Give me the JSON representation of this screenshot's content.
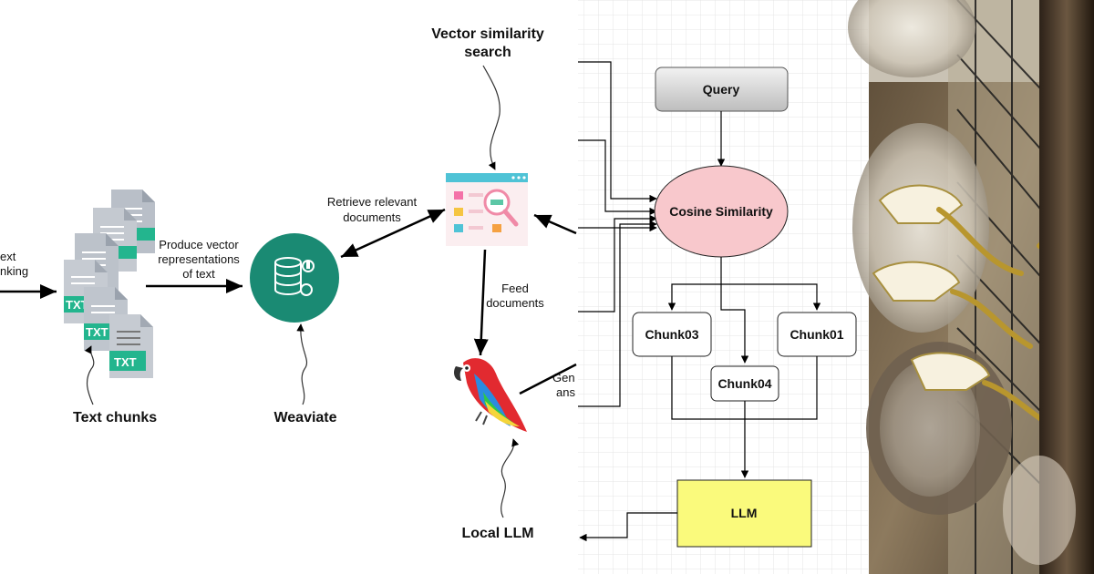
{
  "left": {
    "input_label": [
      "ext",
      "nking"
    ],
    "file_badge": "TXT",
    "produce_label": [
      "Produce vector",
      "representations",
      "of text"
    ],
    "text_chunks": "Text chunks",
    "weaviate": "Weaviate",
    "retrieve_label": [
      "Retrieve relevant",
      "documents"
    ],
    "vector_search": [
      "Vector similarity",
      "search"
    ],
    "feed_label": [
      "Feed",
      "documents"
    ],
    "generate_label": [
      "Gen",
      "ans"
    ],
    "local_llm": "Local LLM"
  },
  "flow": {
    "query": "Query",
    "cosine": "Cosine Similarity",
    "chunk03": "Chunk03",
    "chunk01": "Chunk01",
    "chunk04": "Chunk04",
    "llm": "LLM"
  },
  "colors": {
    "weaviate": "#1a8a73",
    "txt_badge": "#23b58e",
    "cosine_fill": "#f8c8cc",
    "llm_fill": "#fafa7c",
    "query_fill": "#d6d6d6",
    "grid": "#e4e4e4"
  }
}
